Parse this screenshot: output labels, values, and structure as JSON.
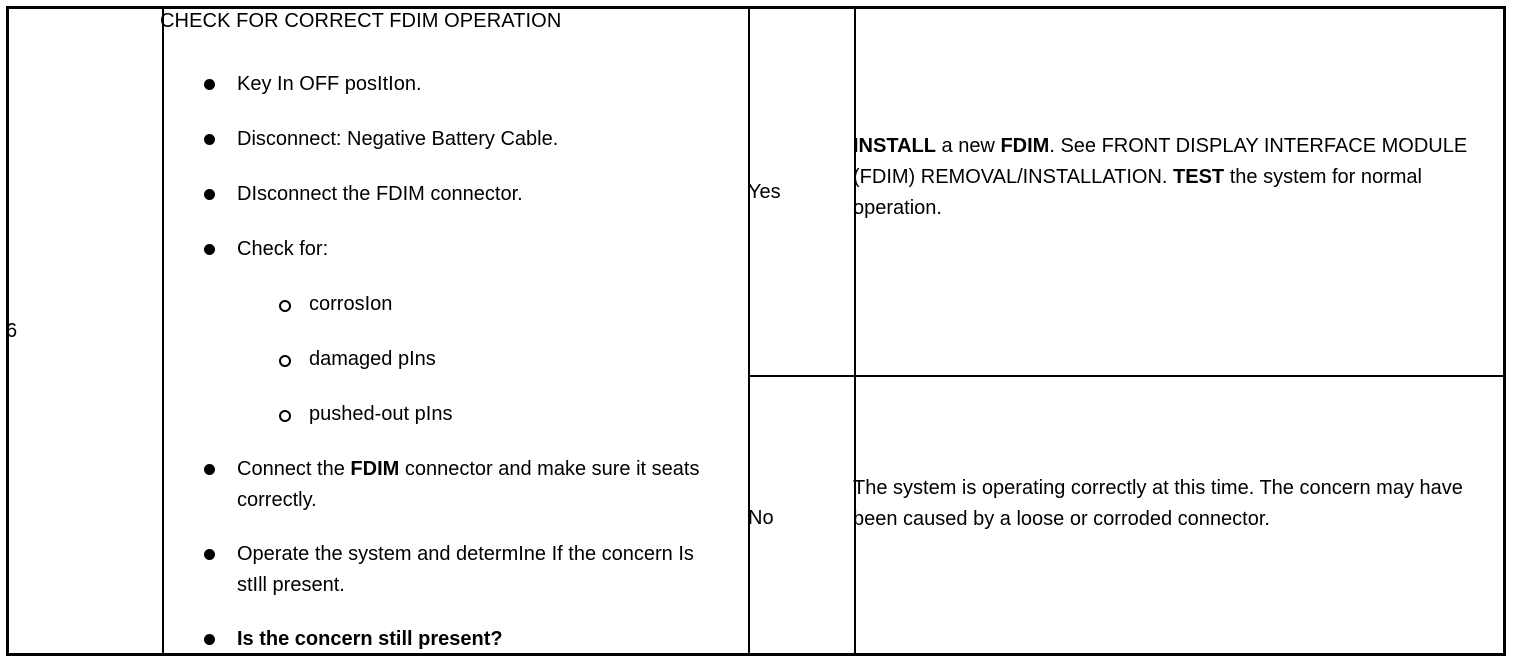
{
  "step": {
    "number": "6",
    "title": "CHECK FOR CORRECT FDIM OPERATION",
    "bullets": [
      {
        "text": "Key In OFF posItIon."
      },
      {
        "text": "Disconnect: Negative Battery Cable."
      },
      {
        "text": "DIsconnect the FDIM connector."
      },
      {
        "text": "Check for:"
      }
    ],
    "sub_bullets": [
      {
        "text": "corrosIon"
      },
      {
        "text": "damaged pIns"
      },
      {
        "text": "pushed-out pIns"
      }
    ],
    "bullets_after": [
      {
        "prefix": "Connect the ",
        "strong": "FDIM",
        "suffix": " connector and make sure it seats correctly."
      },
      {
        "text": "Operate the system and determIne If the concern Is stIll present."
      }
    ],
    "question": "Is the concern still present?"
  },
  "answers": {
    "yes": {
      "label": "Yes",
      "line1_strong_1": "INSTALL",
      "line1_mid": " a new ",
      "line1_strong_2": "FDIM",
      "line1_end": ". See FRONT DISPLAY INTERFACE MODULE (FDIM) REMOVAL/INSTALLATION. ",
      "line1_strong_3": "TEST",
      "line1_tail": " the system for normal operation."
    },
    "no": {
      "label": "No",
      "text": "The system is operating correctly at this time. The concern may have been caused by a loose or corroded connector."
    }
  }
}
